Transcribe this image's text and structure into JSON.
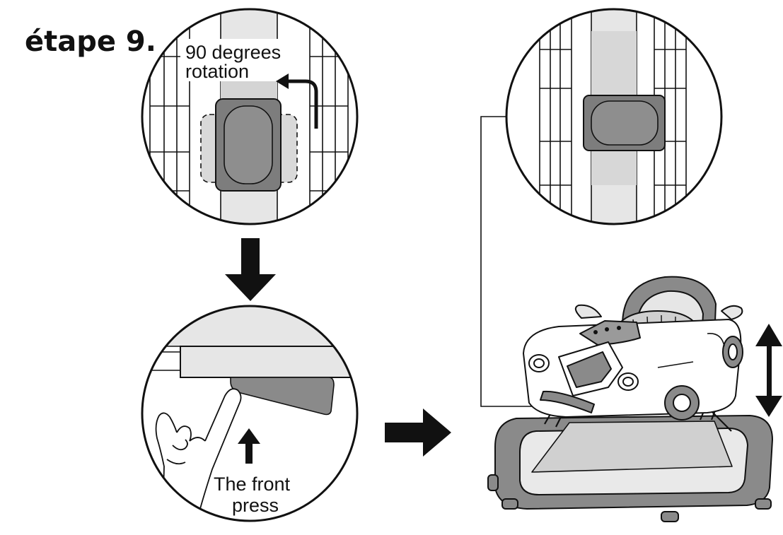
{
  "step": {
    "label": "étape 9."
  },
  "callouts": {
    "rotation_line1": "90 degrees",
    "rotation_line2": "rotation",
    "press_line1": "The front",
    "press_line2": "press"
  },
  "colors": {
    "ink": "#111111",
    "light_gray": "#e6e6e6",
    "mid_gray": "#cfcfcf",
    "dark_gray": "#8a8a8a",
    "knob_gray": "#7d7d7d"
  }
}
